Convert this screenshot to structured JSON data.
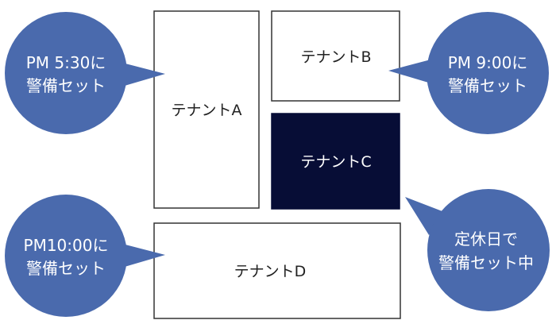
{
  "colors": {
    "bubble": "#4a6aad",
    "tenant_dark": "#070d36",
    "border": "#333333",
    "text_dark": "#222222",
    "text_light": "#ffffff"
  },
  "tenants": {
    "a": {
      "label": "テナントA",
      "dark": false
    },
    "b": {
      "label": "テナントB",
      "dark": false
    },
    "c": {
      "label": "テナントC",
      "dark": true
    },
    "d": {
      "label": "テナントD",
      "dark": false
    }
  },
  "callouts": {
    "a": {
      "line1": "PM 5:30に",
      "line2": "警備セット",
      "target": "テナントA"
    },
    "b": {
      "line1": "PM 9:00に",
      "line2": "警備セット",
      "target": "テナントB"
    },
    "c": {
      "line1": "定休日で",
      "line2": "警備セット中",
      "target": "テナントC"
    },
    "d": {
      "line1": "PM10:00に",
      "line2": "警備セット",
      "target": "テナントD"
    }
  }
}
